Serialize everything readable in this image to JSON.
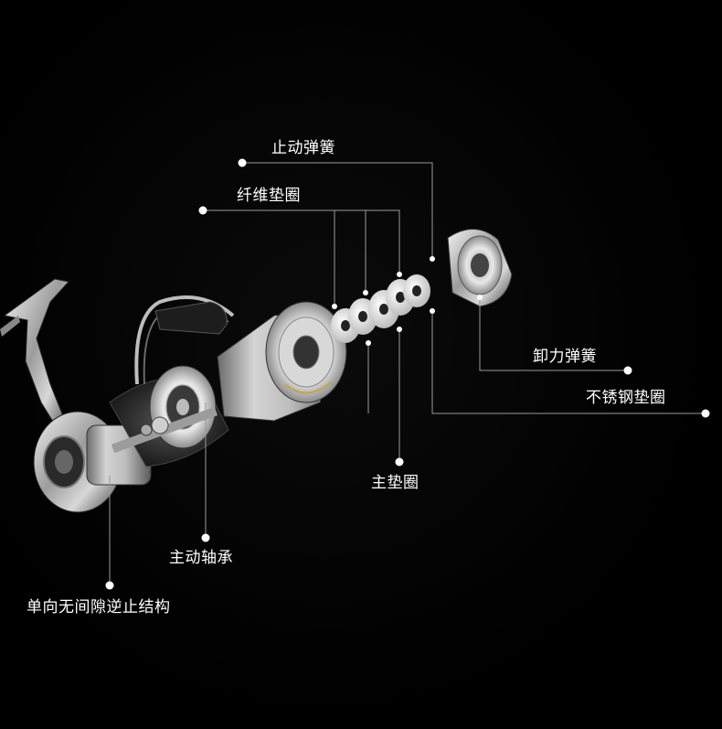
{
  "labels": {
    "stop_spring": "止动弹簧",
    "fiber_washer": "纤维垫圈",
    "release_spring": "卸力弹簧",
    "stainless_washer": "不锈钢垫圈",
    "main_washer": "主垫圈",
    "drive_bearing": "主动轴承",
    "anti_reverse": "单向无间隙逆止结构"
  },
  "colors": {
    "background": "#000000",
    "text": "#ffffff",
    "leader_line": "#9a9a9a",
    "dot": "#ffffff",
    "metal_light": "#d9d9d9",
    "metal_dark": "#4a4a4a",
    "washer": "#e6e6e6"
  },
  "illustration": "exploded-fishing-reel-icon"
}
